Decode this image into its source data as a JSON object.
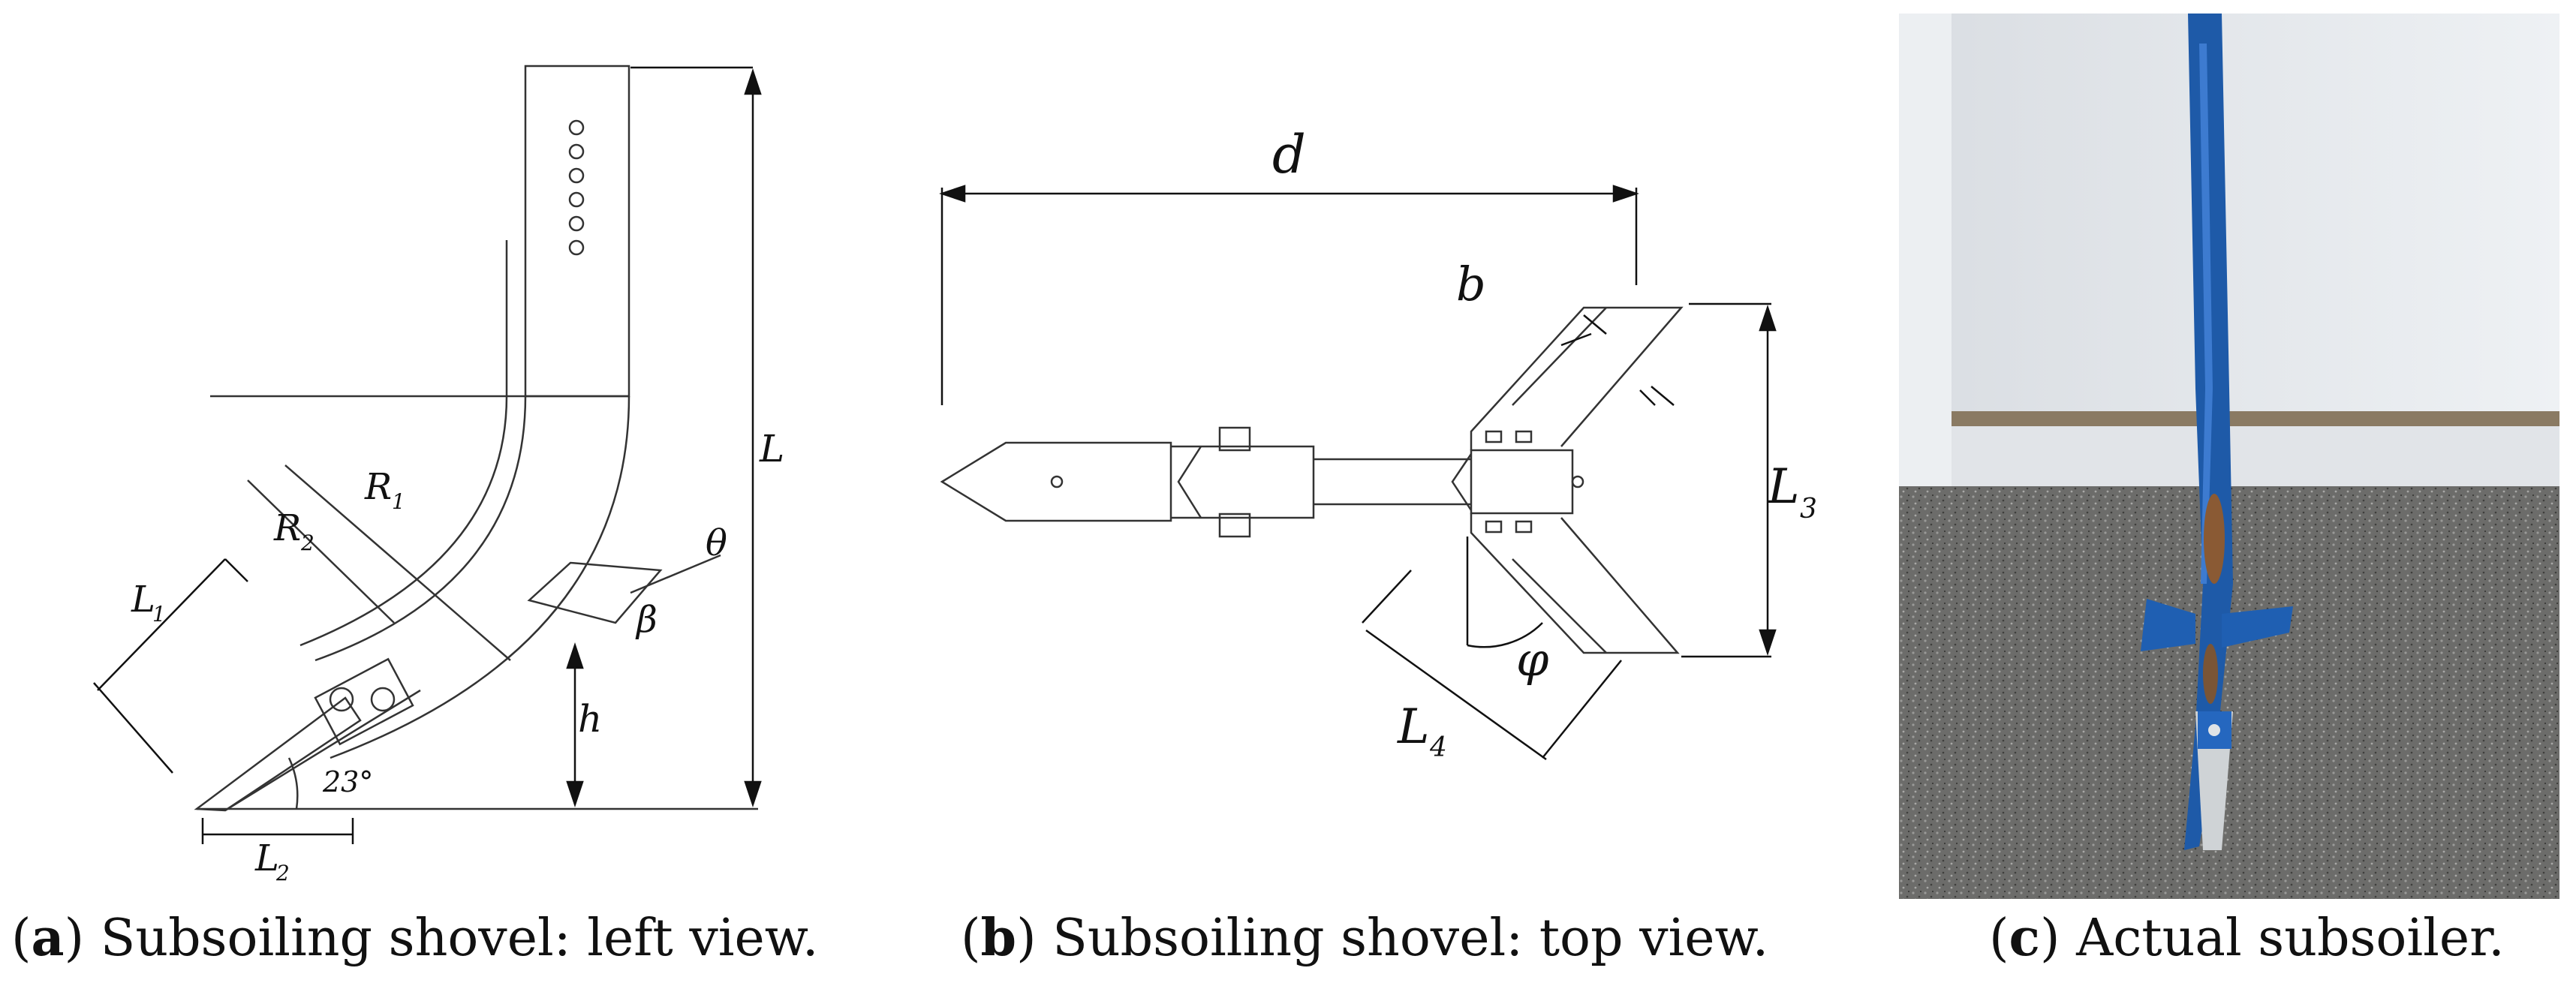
{
  "panel_a": {
    "labels": {
      "L": "L",
      "R1": "R",
      "R1_sub": "1",
      "R2": "R",
      "R2_sub": "2",
      "L1": "L",
      "L1_sub": "1",
      "L2": "L",
      "L2_sub": "2",
      "h": "h",
      "theta": "θ",
      "beta": "β",
      "angle": "23°"
    },
    "caption": {
      "letter": "a",
      "text": "Subsoiling shovel: left view."
    }
  },
  "panel_b": {
    "labels": {
      "d": "d",
      "b": "b",
      "L3": "L",
      "L3_sub": "3",
      "L4": "L",
      "L4_sub": "4",
      "phi": "φ"
    },
    "caption": {
      "letter": "b",
      "text": "Subsoiling shovel: top view."
    }
  },
  "panel_c": {
    "caption": {
      "letter": "c",
      "text": "Actual subsoiler."
    }
  }
}
